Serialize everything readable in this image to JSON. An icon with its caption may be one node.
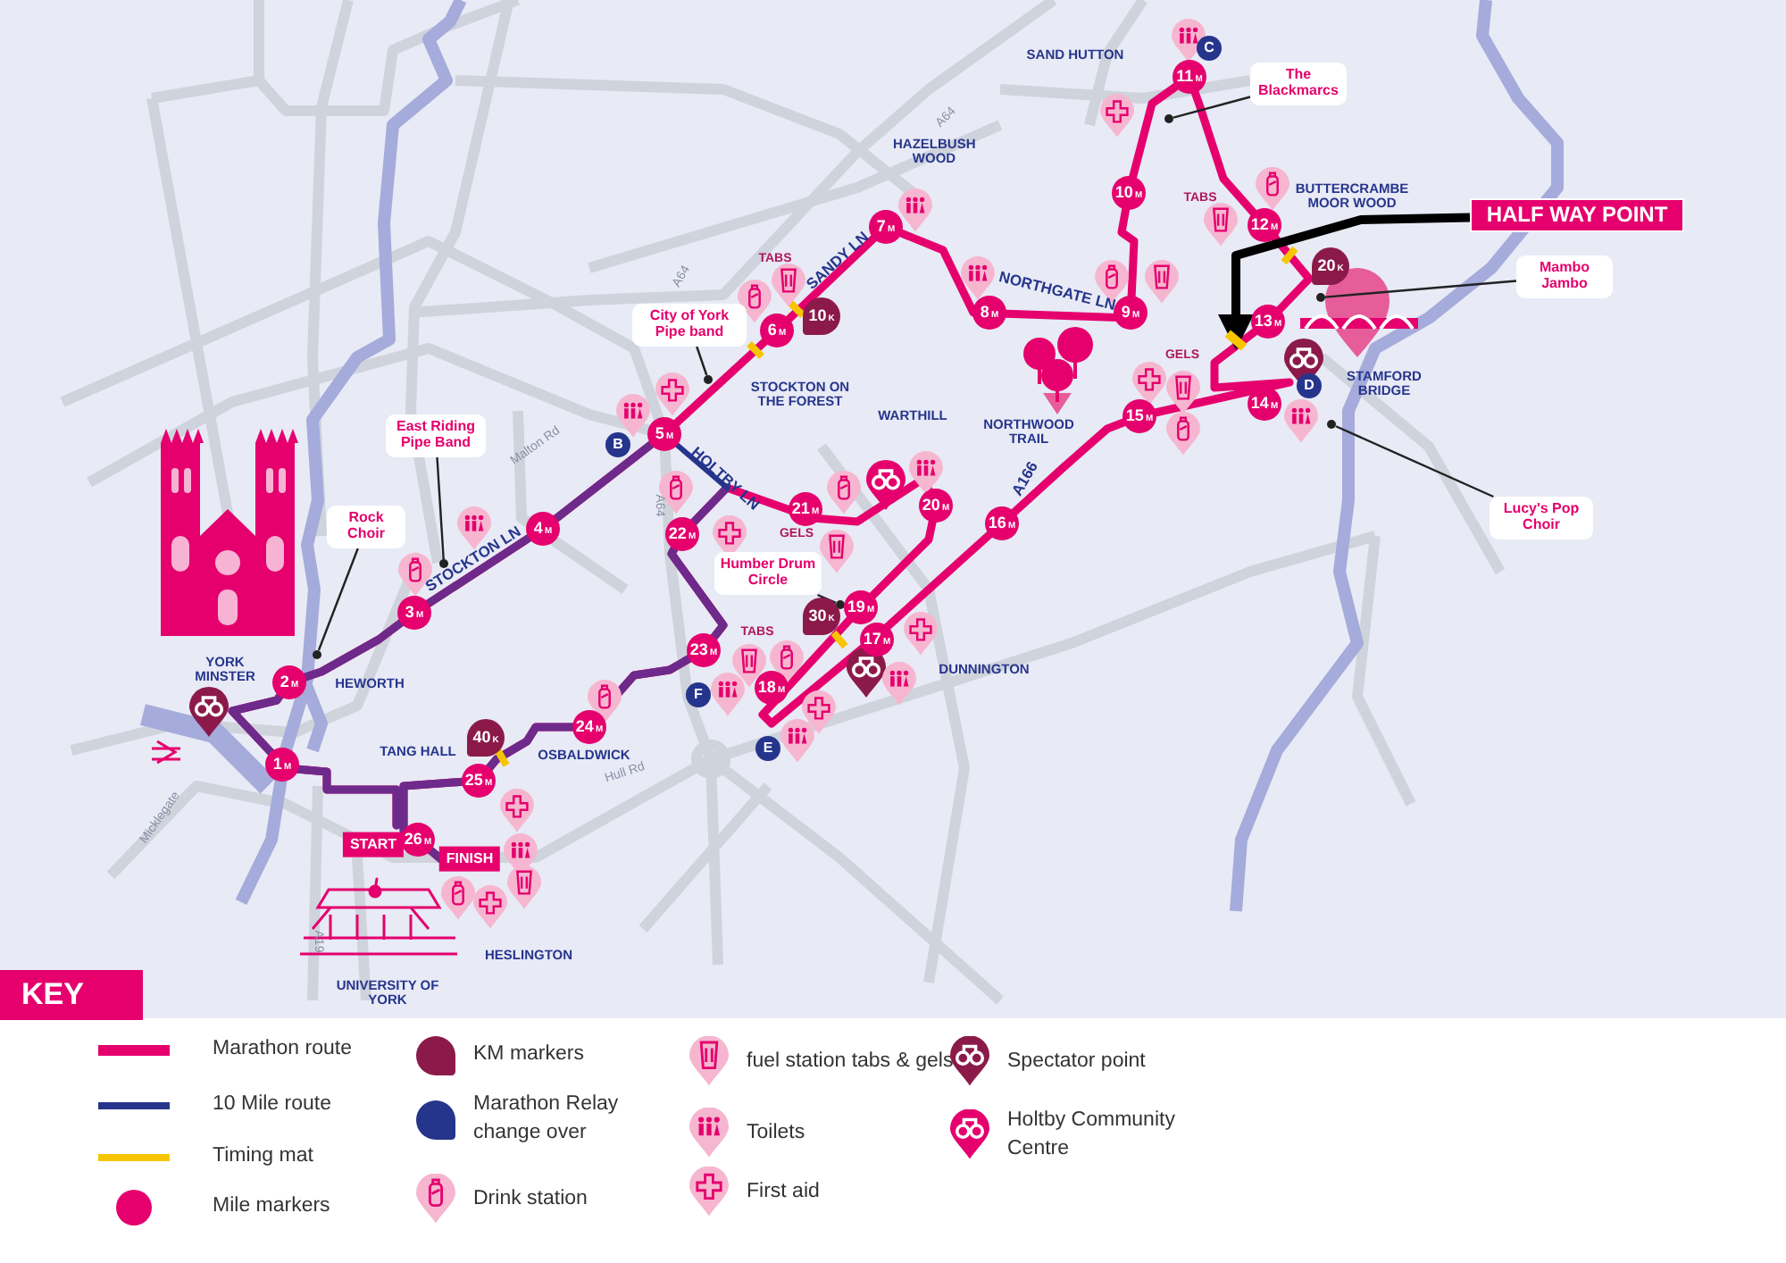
{
  "diagram": {
    "nodes": [
      {
        "text": [
          "Rock Choir"
        ]
      },
      {
        "text": [
          "East Riding Pipe Band"
        ]
      },
      {
        "text": [
          "City of York Pipe band"
        ]
      },
      {
        "text": [
          "Humber Drum Circle"
        ]
      },
      {
        "text": [
          "The Blackmarcs"
        ]
      },
      {
        "text": [
          "Mambo Jambo"
        ]
      },
      {
        "text": [
          "Lucy's Pop Choir"
        ]
      },
      {
        "text": [
          "HALF WAY POINT"
        ]
      },
      {
        "text": [],
        "shape": "circle"
      },
      {
        "text": [],
        "shape": "circle"
      },
      {
        "text": [],
        "shape": "circle"
      },
      {
        "text": [],
        "shape": "circle"
      },
      {
        "text": [],
        "shape": "circle"
      },
      {
        "text": [],
        "shape": "circle"
      },
      {
        "text": [],
        "shape": "circle"
      },
      {
        "text": [],
        "shape": "bar"
      }
    ],
    "edges": [
      {
        "from": 0,
        "to": 8,
        "arrow": "none"
      },
      {
        "from": 1,
        "to": 9,
        "arrow": "none"
      },
      {
        "from": 2,
        "to": 10,
        "arrow": "none"
      },
      {
        "from": 3,
        "to": 11,
        "arrow": "none"
      },
      {
        "from": 4,
        "to": 12,
        "arrow": "none"
      },
      {
        "from": 5,
        "to": 13,
        "arrow": "none"
      },
      {
        "from": 6,
        "to": 14,
        "arrow": "none"
      },
      {
        "from": 7,
        "to": 15,
        "arrow": "to",
        "style": "thick"
      }
    ],
    "labels": [
      "SAND HUTTON",
      "C",
      "11$_{M}$",
      "A64",
      "HAZELBUSH WOOD",
      "10$_{M}$",
      "TABS",
      "BUTTERCRAMBE MOOR WOOD",
      "12$_{M}$",
      "TABS",
      "SANDY LN",
      "7$_{M}$",
      "A64",
      "20$_{K}$",
      "NORTHGATE LN",
      "10$_{K}$",
      "6$_{M}$",
      "8$_{M}$",
      "9$_{M}$",
      "13$_{M}$",
      "GELS",
      "STOCKTON ON THE FOREST",
      "STAMFORD BRIDGE",
      "D",
      "14$_{M}$",
      "WARTHILL",
      "NORTHWOOD TRAIL",
      "15$_{M}$",
      "B",
      "5$_{M}$",
      "HOLTBY LN",
      "Malton Rd",
      "A166",
      "21$_{M}$",
      "20$_{M}$",
      "16$_{M}$",
      "4$_{M}$",
      "STOCKTON LN",
      "22$_{M}$",
      "A64",
      "GELS",
      "3$_{M}$",
      "TABS",
      "19$_{M}$",
      "30$_{K}$",
      "17$_{M}$",
      "23$_{M}$",
      "YORK MINSTER",
      "2$_{M}$",
      "HEWORTH",
      "F",
      "18$_{M}$",
      "DUNNINGTON",
      "24$_{M}$",
      "40$_{K}$",
      "E",
      "TANG HALL",
      "OSBALDWICK",
      "1$_{M}$",
      "Hull Rd",
      "Micklegate",
      "25$_{M}$",
      "START",
      "26$_{M}$",
      "FINISH",
      "A19",
      "HESLINGTON",
      "UNIVERSITY OF YORK",
      "KEY"
    ],
    "legend": [
      {
        "text": "Marathon route",
        "color": "#e5006d"
      },
      {
        "text": "10 Mile route",
        "color": "#26358c"
      },
      {
        "text": "Timing mat",
        "color": "#f7c600"
      },
      {
        "text": "Mile markers",
        "color": "#e5006d"
      },
      {
        "text": "KM markers",
        "color": "#8b1a4a"
      },
      {
        "text": "Marathon Relay change over",
        "color": "#26358c"
      },
      {
        "text": "Drink station"
      },
      {
        "text": "fuel station tabs & gels"
      },
      {
        "text": "Toilets"
      },
      {
        "text": "First aid"
      },
      {
        "text": "Spectator point"
      },
      {
        "text": "Holtby Community Centre"
      }
    ]
  }
}
